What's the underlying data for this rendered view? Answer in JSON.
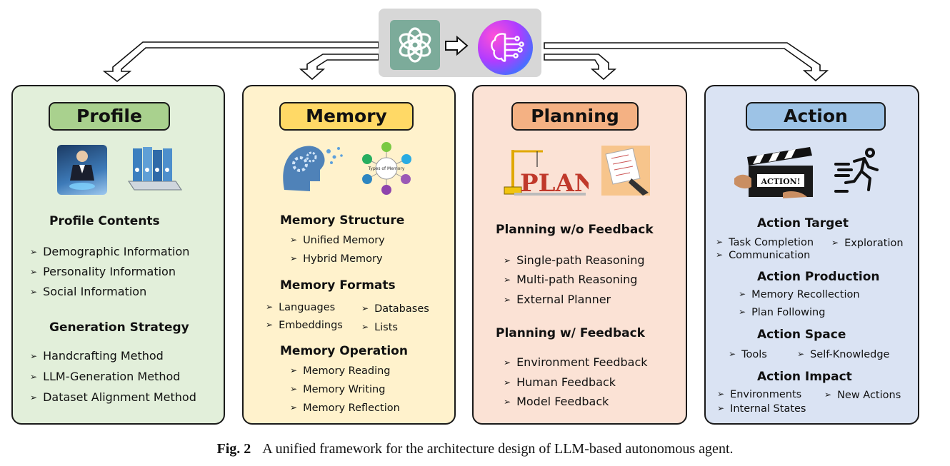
{
  "top_icons": [
    "openai-logo-icon",
    "arrow-right-icon",
    "ai-brain-icon"
  ],
  "modules": {
    "profile": {
      "title": "Profile",
      "section1_title": "Profile Contents",
      "section1_items": [
        "Demographic Information",
        "Personality Information",
        "Social Information"
      ],
      "section2_title": "Generation Strategy",
      "section2_items": [
        "Handcrafting Method",
        "LLM-Generation Method",
        "Dataset Alignment Method"
      ]
    },
    "memory": {
      "title": "Memory",
      "structure_title": "Memory Structure",
      "structure_items": [
        "Unified Memory",
        "Hybrid Memory"
      ],
      "formats_title": "Memory Formats",
      "formats_items": [
        "Languages",
        "Databases",
        "Embeddings",
        "Lists"
      ],
      "operation_title": "Memory Operation",
      "operation_items": [
        "Memory Reading",
        "Memory Writing",
        "Memory Reflection"
      ],
      "image_text": "Types of Memory"
    },
    "planning": {
      "title": "Planning",
      "wo_title": "Planning w/o Feedback",
      "wo_items": [
        "Single-path Reasoning",
        "Multi-path Reasoning",
        "External Planner"
      ],
      "w_title": "Planning w/ Feedback",
      "w_items": [
        "Environment Feedback",
        "Human Feedback",
        "Model Feedback"
      ],
      "image_text": "PLAN"
    },
    "action": {
      "title": "Action",
      "target_title": "Action Target",
      "target_items": [
        "Task Completion",
        "Exploration",
        "Communication"
      ],
      "production_title": "Action Production",
      "production_items": [
        "Memory Recollection",
        "Plan Following"
      ],
      "space_title": "Action Space",
      "space_items": [
        "Tools",
        "Self-Knowledge"
      ],
      "impact_title": "Action Impact",
      "impact_items": [
        "Environments",
        "New Actions",
        "Internal States"
      ],
      "image_text": "ACTION!"
    }
  },
  "caption": {
    "label": "Fig. 2",
    "text": "A unified framework for the architecture design of LLM-based autonomous agent."
  },
  "colors": {
    "profile_bg": "#e2efda",
    "profile_title": "#a9d18e",
    "memory_bg": "#fff2cc",
    "memory_title": "#ffd966",
    "planning_bg": "#fbe2d5",
    "planning_title": "#f4b183",
    "action_bg": "#dae3f3",
    "action_title": "#9dc3e6"
  }
}
